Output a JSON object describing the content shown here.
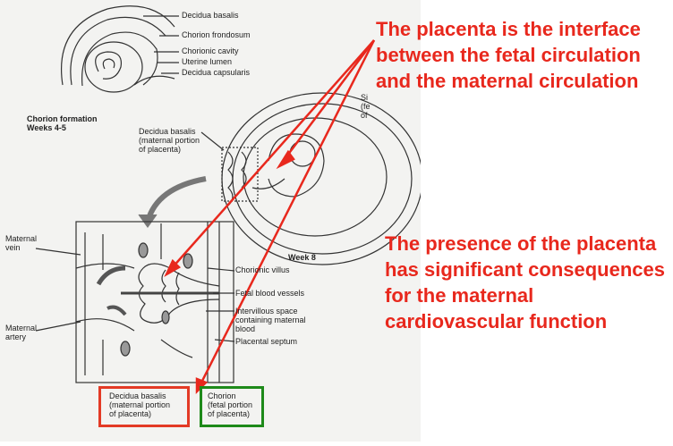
{
  "headline": "The placenta is the interface between the fetal circulation and the maternal circulation",
  "body_text": "The presence of the placenta has significant consequences for the maternal cardiovascular function",
  "labels": {
    "decidua_basalis_top": "Decidua basalis",
    "chorion_frondosum": "Chorion frondosum",
    "chorionic_cavity": "Chorionic cavity",
    "uterine_lumen": "Uterine lumen",
    "decidua_capsularis": "Decidua capsularis",
    "chorion_formation": "Chorion formation\nWeeks 4-5",
    "decidua_basalis_mid": "Decidua basalis\n(maternal portion\nof placenta)",
    "partial_label": "Si\n(fe\nof",
    "week8": "Week 8",
    "maternal_vein": "Maternal\nvein",
    "maternal_artery": "Maternal\nartery",
    "chorionic_villus": "Chorionic villus",
    "fetal_blood_vessels": "Fetal blood vessels",
    "intervillous_space": "Intervillous space\ncontaining maternal\nblood",
    "placental_septum": "Placental septum",
    "decidua_basalis_box": "Decidua basalis\n(maternal portion\nof placenta)",
    "chorion_box": "Chorion\n(fetal portion\nof placenta)"
  },
  "colors": {
    "highlight_red": "#e8281d",
    "box_red": "#e33a25",
    "box_green": "#1e8a1a"
  }
}
